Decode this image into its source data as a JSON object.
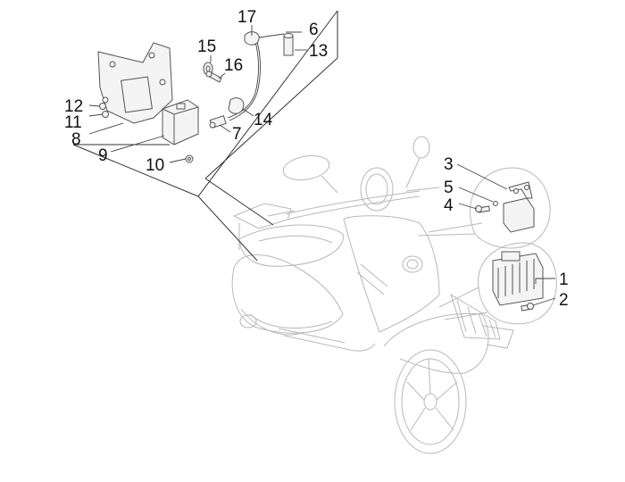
{
  "callouts": [
    {
      "id": "17",
      "label": "17"
    },
    {
      "id": "6",
      "label": "6"
    },
    {
      "id": "13",
      "label": "13"
    },
    {
      "id": "15",
      "label": "15"
    },
    {
      "id": "16",
      "label": "16"
    },
    {
      "id": "12",
      "label": "12"
    },
    {
      "id": "11",
      "label": "11"
    },
    {
      "id": "8",
      "label": "8"
    },
    {
      "id": "14",
      "label": "14"
    },
    {
      "id": "7",
      "label": "7"
    },
    {
      "id": "9",
      "label": "9"
    },
    {
      "id": "10",
      "label": "10"
    },
    {
      "id": "3",
      "label": "3"
    },
    {
      "id": "5",
      "label": "5"
    },
    {
      "id": "4",
      "label": "4"
    },
    {
      "id": "1",
      "label": "1"
    },
    {
      "id": "2",
      "label": "2"
    }
  ]
}
